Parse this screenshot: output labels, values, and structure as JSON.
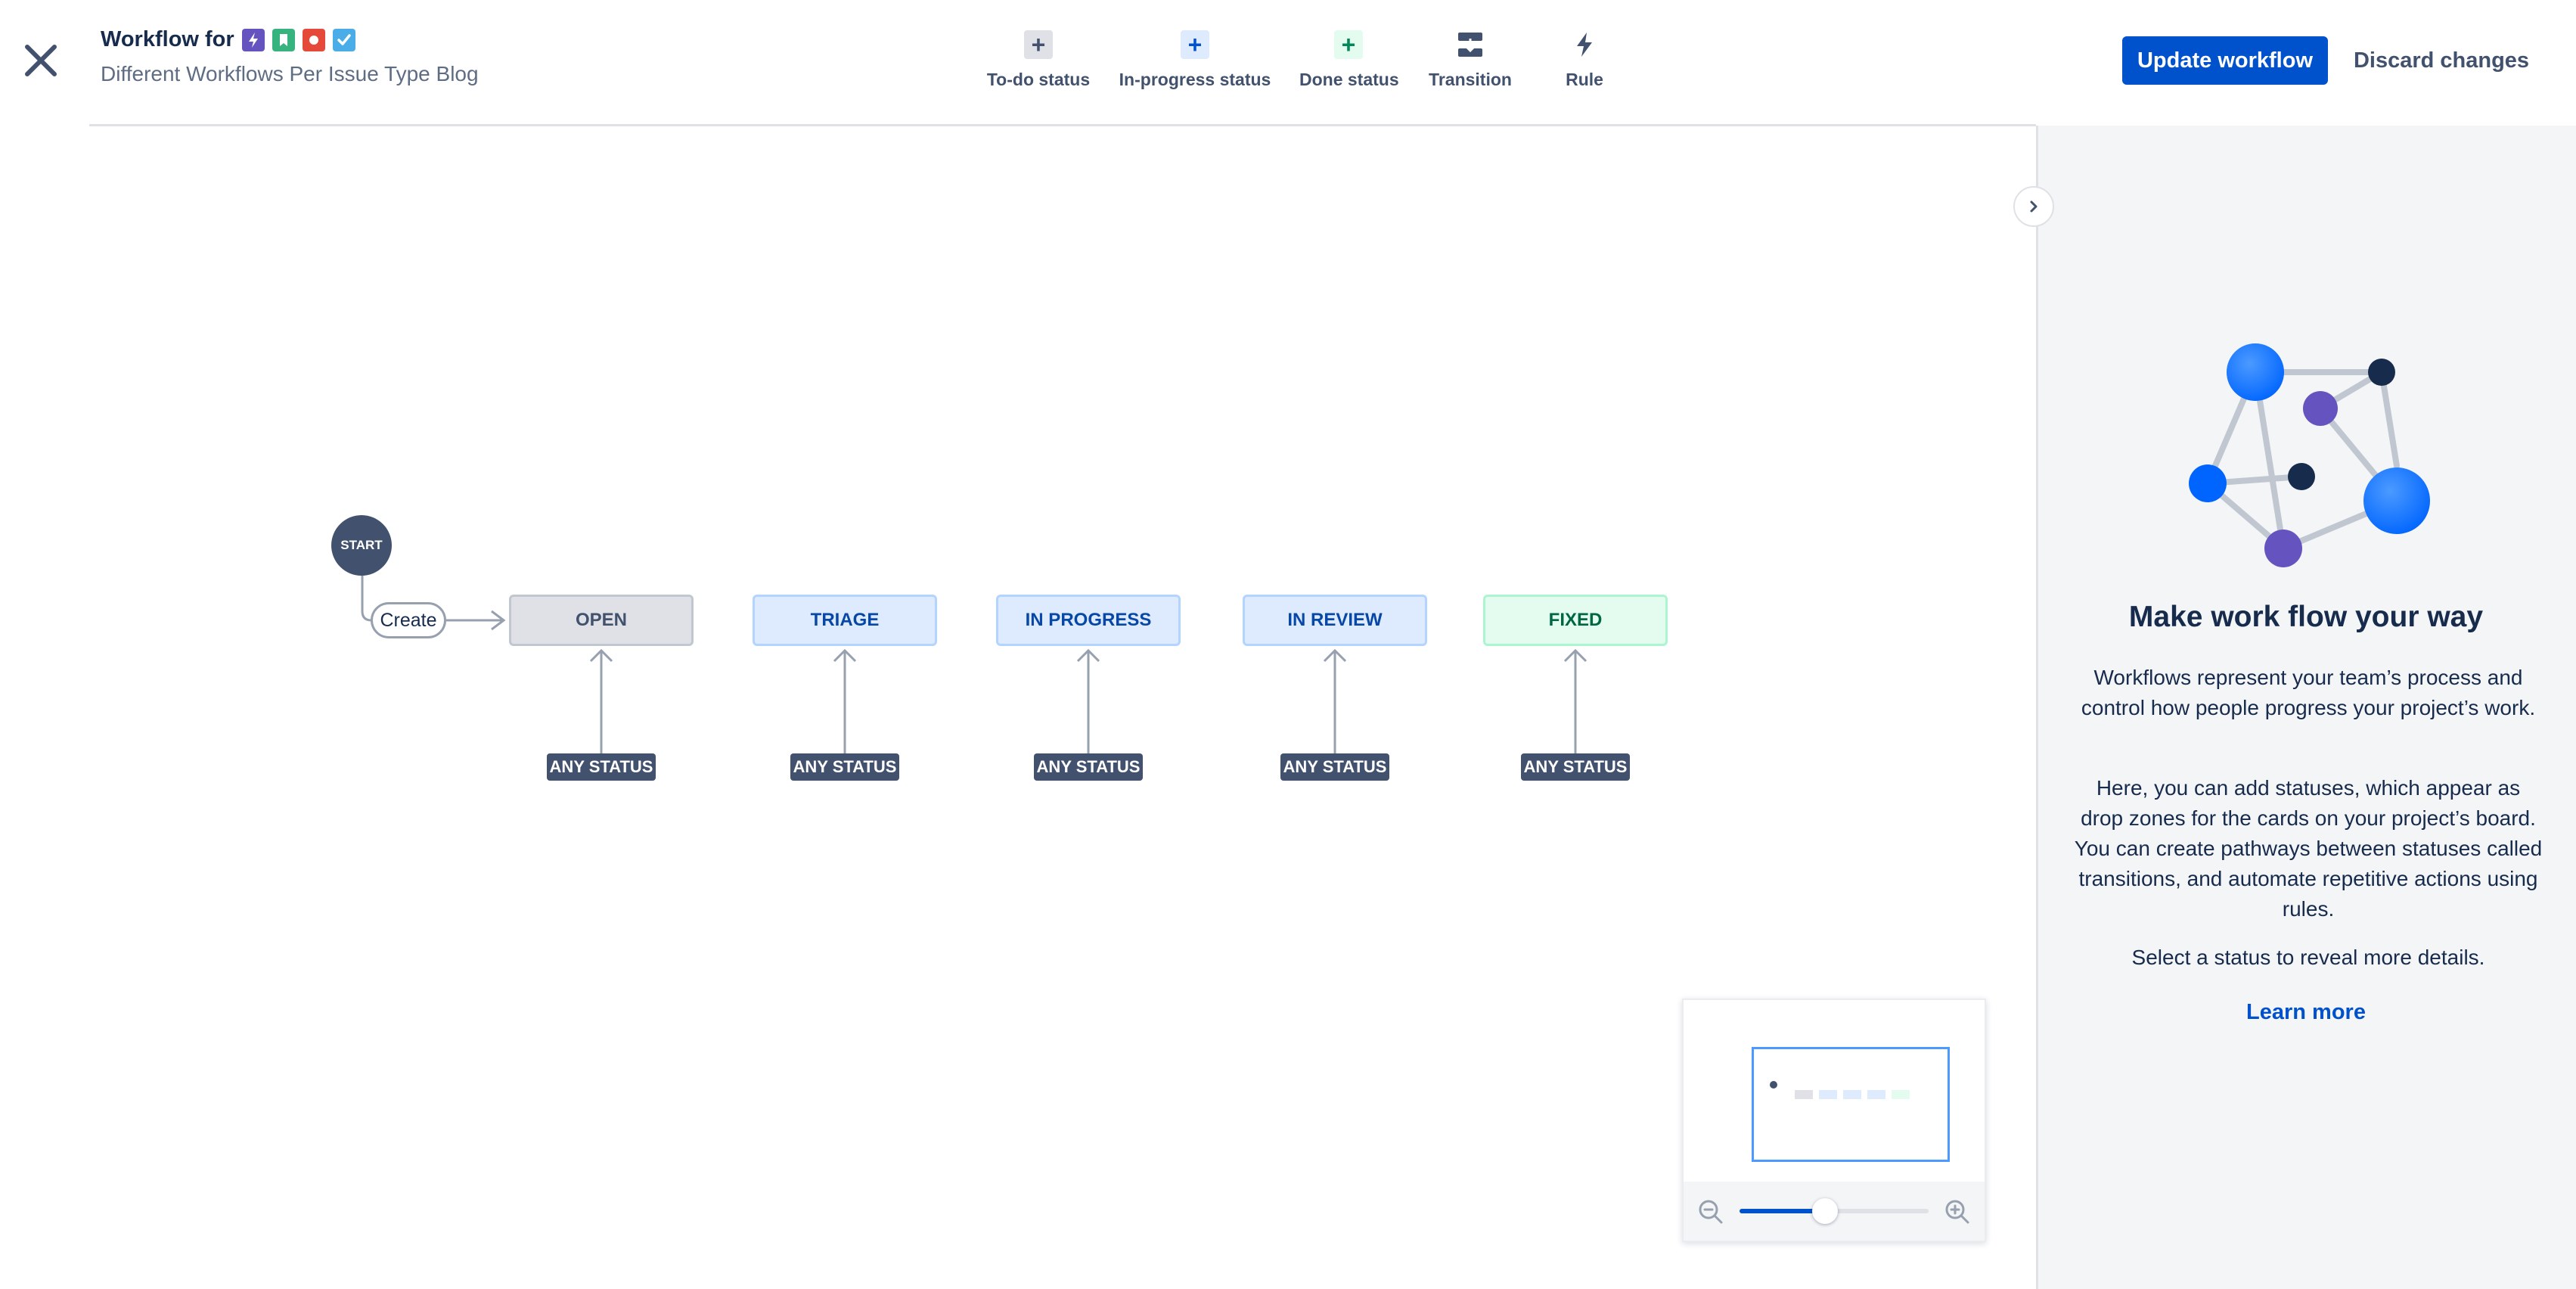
{
  "header": {
    "title": "Workflow for",
    "issue_types": [
      {
        "name": "epic-icon",
        "color": "#6554c0"
      },
      {
        "name": "story-icon",
        "color": "#36b37e"
      },
      {
        "name": "bug-icon",
        "color": "#e5493a"
      },
      {
        "name": "task-icon",
        "color": "#4bade8"
      }
    ],
    "subtitle": "Different Workflows Per Issue Type Blog",
    "close_icon": "close-icon"
  },
  "toolbar": {
    "todo": {
      "label": "To-do status",
      "icon": "plus-icon",
      "color": "#42526e"
    },
    "inprogress": {
      "label": "In-progress status",
      "icon": "plus-icon",
      "color": "#0052cc"
    },
    "done": {
      "label": "Done status",
      "icon": "plus-icon",
      "color": "#00875a"
    },
    "transition": {
      "label": "Transition",
      "icon": "transition-icon"
    },
    "rule": {
      "label": "Rule",
      "icon": "lightning-icon"
    }
  },
  "actions": {
    "update": "Update workflow",
    "discard": "Discard changes"
  },
  "workflow": {
    "start_label": "START",
    "create_label": "Create",
    "any_status_label": "ANY STATUS",
    "statuses": [
      {
        "label": "OPEN",
        "category": "todo"
      },
      {
        "label": "TRIAGE",
        "category": "in-progress"
      },
      {
        "label": "IN PROGRESS",
        "category": "in-progress"
      },
      {
        "label": "IN REVIEW",
        "category": "in-progress"
      },
      {
        "label": "FIXED",
        "category": "done"
      }
    ]
  },
  "panel": {
    "title": "Make work flow your way",
    "p1": "Workflows represent your team’s process and control how people progress your project’s work.",
    "p2": "Here, you can add statuses, which appear as drop zones for the cards on your project’s board. You can create pathways between statuses called transitions, and automate repetitive actions using rules.",
    "p3": "Select a status to reveal more details.",
    "learn_more": "Learn more"
  },
  "minimap": {
    "zoom_level": 0.45
  },
  "colors": {
    "primary": "#0052cc",
    "todo_bg": "#dfe1e6",
    "progress_bg": "#deebff",
    "done_bg": "#e3fcef"
  }
}
